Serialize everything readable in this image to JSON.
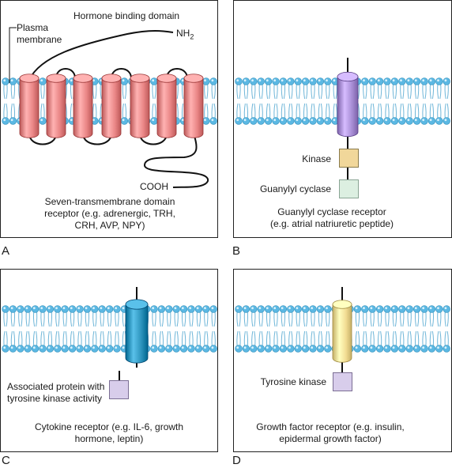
{
  "panels": {
    "a": {
      "letter": "A",
      "hormone_binding": "Hormone binding domain",
      "plasma_line1": "Plasma",
      "plasma_line2": "membrane",
      "nh2_main": "NH",
      "nh2_sub": "2",
      "cooh": "COOH",
      "caption_line1": "Seven-transmembrane domain",
      "caption_line2": "receptor (e.g. adrenergic, TRH,",
      "caption_line3": "CRH, AVP, NPY)"
    },
    "b": {
      "letter": "B",
      "kinase": "Kinase",
      "guanylyl_cyclase": "Guanylyl cyclase",
      "caption_line1": "Guanylyl cyclase receptor",
      "caption_line2": "(e.g. atrial natriuretic peptide)"
    },
    "c": {
      "letter": "C",
      "assoc_line1": "Associated protein with",
      "assoc_line2": "tyrosine kinase activity",
      "caption_line1": "Cytokine receptor (e.g. IL-6, growth",
      "caption_line2": "hormone, leptin)"
    },
    "d": {
      "letter": "D",
      "tyrosine_kinase": "Tyrosine kinase",
      "caption_line1": "Growth factor receptor (e.g. insulin,",
      "caption_line2": "epidermal growth factor)"
    }
  },
  "colors": {
    "lipid_head": "#5bb8e3",
    "lipid_tail": "#6fb6d8",
    "seven_tm": "#e98585",
    "guanylyl_receptor": "#a98fd6",
    "cytokine_receptor": "#2d94bd",
    "growth_receptor": "#f2dc93",
    "kinase_box": "#f1d79a",
    "cyclase_box": "#dcefe1",
    "assoc_box": "#d8cdeb",
    "tyr_kinase_box": "#d8cdeb"
  }
}
